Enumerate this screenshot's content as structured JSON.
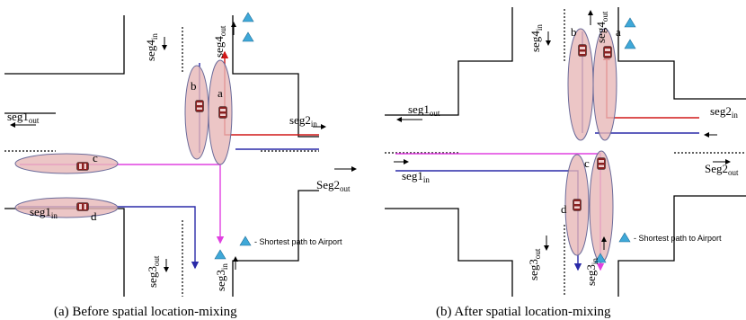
{
  "panel_a": {
    "labels": {
      "seg4_in": "seg4in",
      "seg4_out": "seg4out",
      "seg1_out": "seg1out",
      "seg1_in": "seg1in",
      "seg2_in": "seg2in",
      "seg2_out": "Seg2out",
      "seg3_out": "seg3out",
      "seg3_in": "seg3in",
      "a": "a",
      "b": "b",
      "c": "c",
      "d": "d"
    },
    "legend": "- Shortest path to Airport",
    "caption": "(a)  Before spatial location-mixing"
  },
  "panel_b": {
    "labels": {
      "seg4_in": "seg4in",
      "seg4_out": "seg4out",
      "seg1_out": "seg1out",
      "seg1_in": "seg1in",
      "seg2_in": "seg2in",
      "seg2_out": "Seg2out",
      "seg3_out": "seg3out",
      "seg3_in": "seg3in",
      "a": "a",
      "b": "b",
      "c": "c",
      "d": "d"
    },
    "legend": "- Shortest path to Airport",
    "caption": "(b)  After spatial location-mixing"
  },
  "colors": {
    "ellipse": "#e7b8b8",
    "path_blue": "#2a2aa8",
    "path_red": "#d01818",
    "path_pink": "#e040e0",
    "airport_marker": "#3fa8d8"
  },
  "icons": [
    "car-icon",
    "airport-triangle-icon",
    "arrow-icon"
  ]
}
